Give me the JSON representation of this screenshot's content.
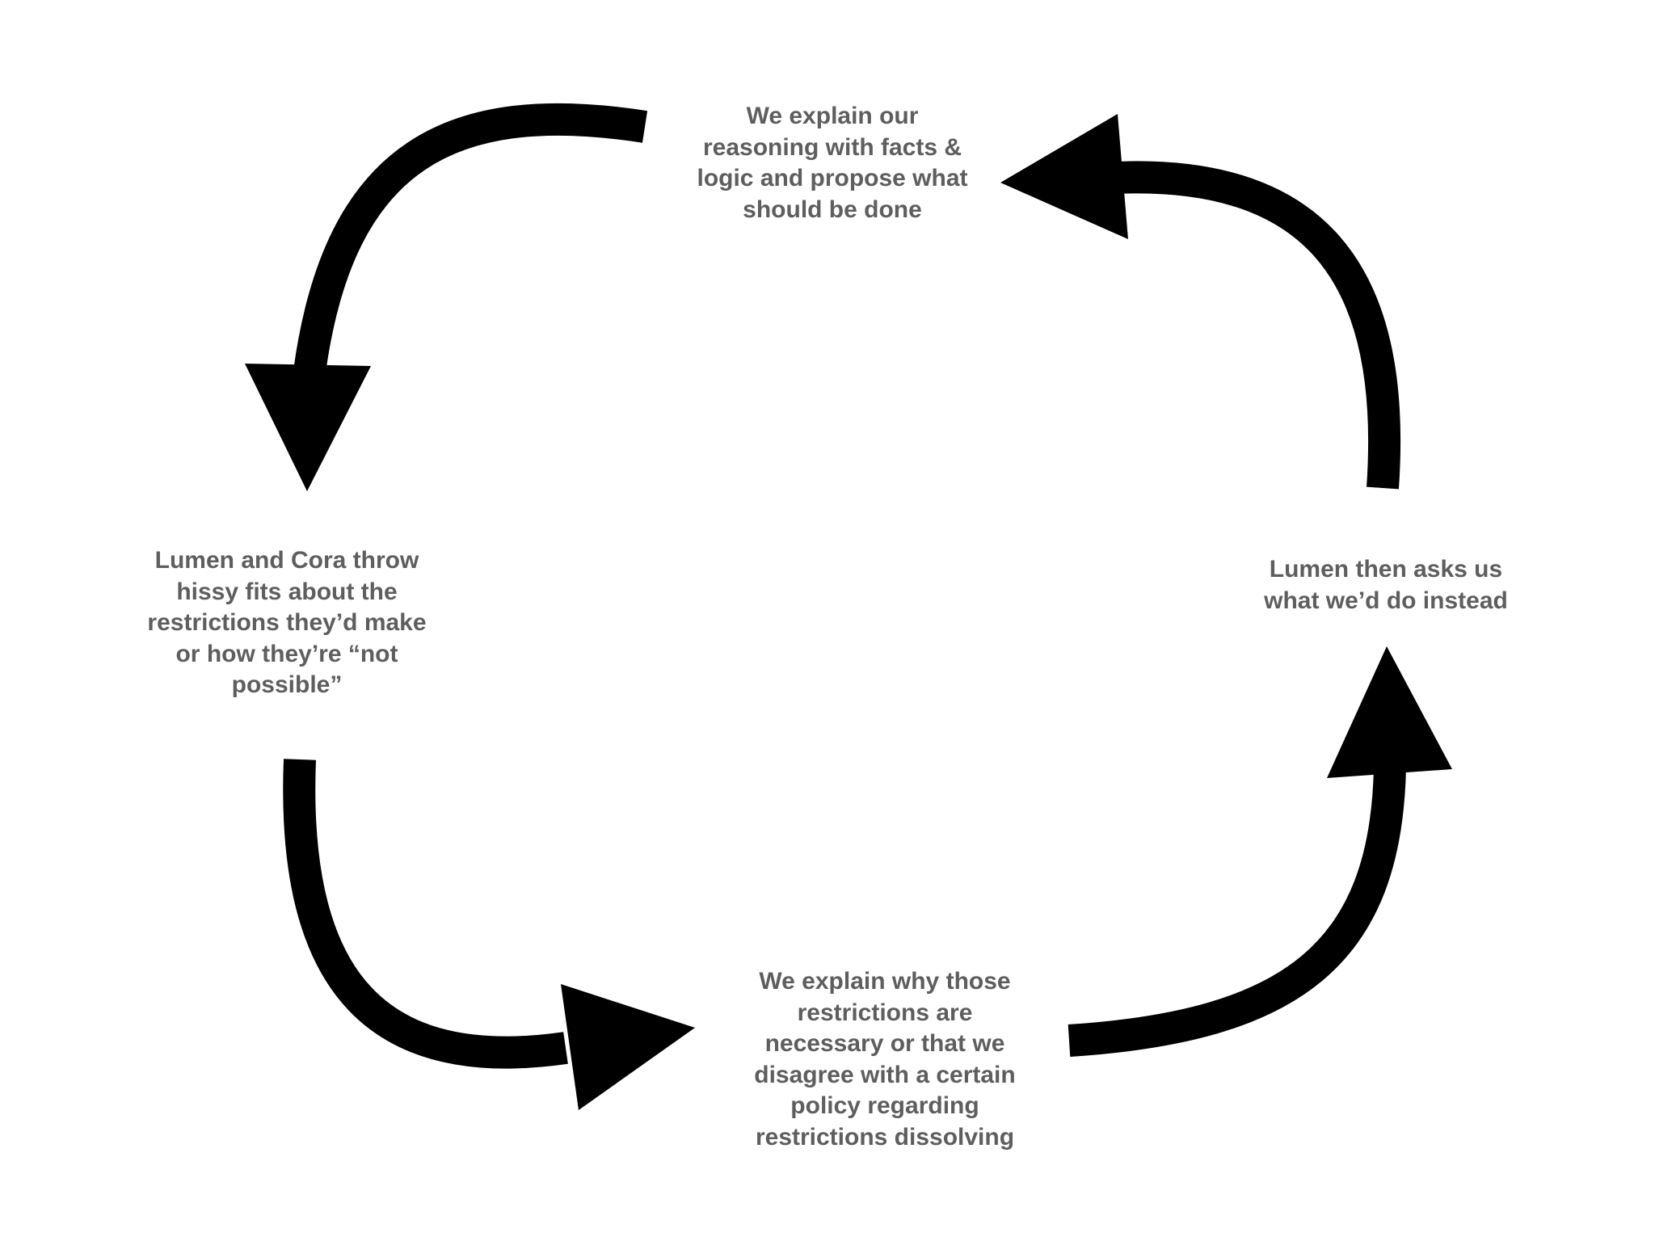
{
  "diagram": {
    "steps": [
      {
        "id": "top",
        "text": "We explain our\nreasoning with facts &\nlogic and propose what\nshould be done"
      },
      {
        "id": "left",
        "text": "Lumen and Cora throw\nhissy fits about the\nrestrictions they’d make\nor how they’re “not\npossible”"
      },
      {
        "id": "bottom",
        "text": "We explain why those\nrestrictions are\nnecessary or that we\ndisagree with a certain\npolicy regarding\nrestrictions dissolving"
      },
      {
        "id": "right",
        "text": "Lumen then asks us\nwhat we’d do instead"
      }
    ],
    "arrow_color": "#000000",
    "text_color": "#5e5e5e",
    "background": "#ffffff"
  }
}
